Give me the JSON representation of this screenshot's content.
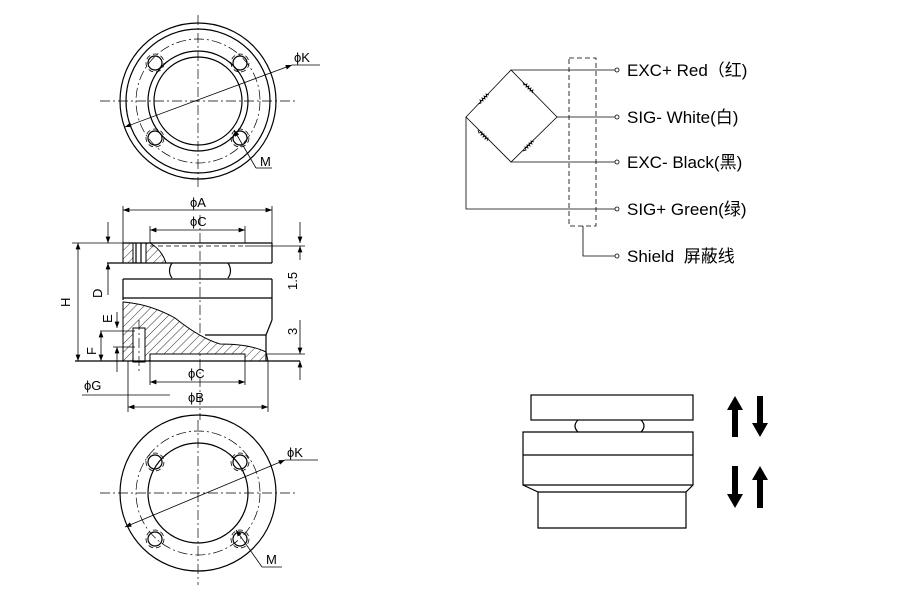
{
  "top_view": {
    "diameter_label": "ϕK",
    "thread_label": "M"
  },
  "side_view": {
    "dim_A": "ϕA",
    "dim_C_top": "ϕC",
    "dim_C_bottom": "ϕC",
    "dim_B": "ϕB",
    "dim_G": "ϕG",
    "dim_H": "H",
    "dim_D": "D",
    "dim_E": "E",
    "dim_F": "F",
    "dim_1_5": "1.5",
    "dim_3": "3"
  },
  "bottom_view": {
    "diameter_label": "ϕK",
    "thread_label": "M"
  },
  "wiring": {
    "wires": [
      {
        "label": "EXC+ Red（红)"
      },
      {
        "label": "SIG- White(白)"
      },
      {
        "label": "EXC- Black(黑)"
      },
      {
        "label": "SIG+ Green(绿)"
      },
      {
        "label": "Shield  屏蔽线"
      }
    ]
  },
  "load_direction": {
    "tension_icon": "arrow-up-down",
    "compression_icon": "arrow-down-up"
  }
}
